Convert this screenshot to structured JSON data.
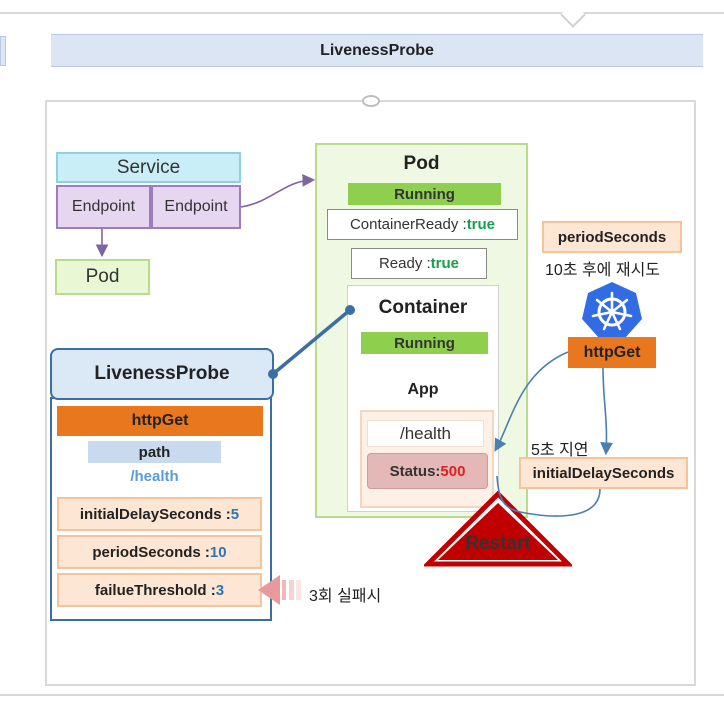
{
  "header": {
    "title": "LivenessProbe"
  },
  "service": {
    "label": "Service",
    "endpoints": [
      "Endpoint",
      "Endpoint"
    ],
    "pod_label": "Pod"
  },
  "pod": {
    "title": "Pod",
    "status": "Running",
    "container_ready_label": "ContainerReady : ",
    "container_ready_value": "true",
    "ready_label": "Ready : ",
    "ready_value": "true",
    "container": {
      "title": "Container",
      "status": "Running",
      "app_label": "App",
      "health_path": "/health",
      "status_label": "Status:",
      "status_code": "500"
    }
  },
  "restart_label": "Restart",
  "liveness_panel": {
    "title": "LivenessProbe",
    "method": "httpGet",
    "path_label": "path",
    "path_value": "/health",
    "initial_delay_label": "initialDelaySeconds : ",
    "initial_delay_value": "5",
    "period_label": "periodSeconds : ",
    "period_value": "10",
    "failure_label": "failueThreshold : ",
    "failure_value": "3"
  },
  "right_flow": {
    "period_seconds_label": "periodSeconds",
    "retry_text": "10초 후에 재시도",
    "http_get_label": "httpGet",
    "delay_text": "5초 지연",
    "initial_delay_label": "initialDelaySeconds"
  },
  "failure_note": "3회 실패시",
  "colors": {
    "running_green": "#8fcf4e",
    "true_green": "#17a04a",
    "status_red": "#e02020",
    "value_blue": "#2e75b6",
    "http_orange": "#e8771e",
    "restart_red": "#c00000",
    "k8s_blue": "#326ce5"
  },
  "icons": {
    "kubernetes": "kubernetes-helm-icon"
  }
}
